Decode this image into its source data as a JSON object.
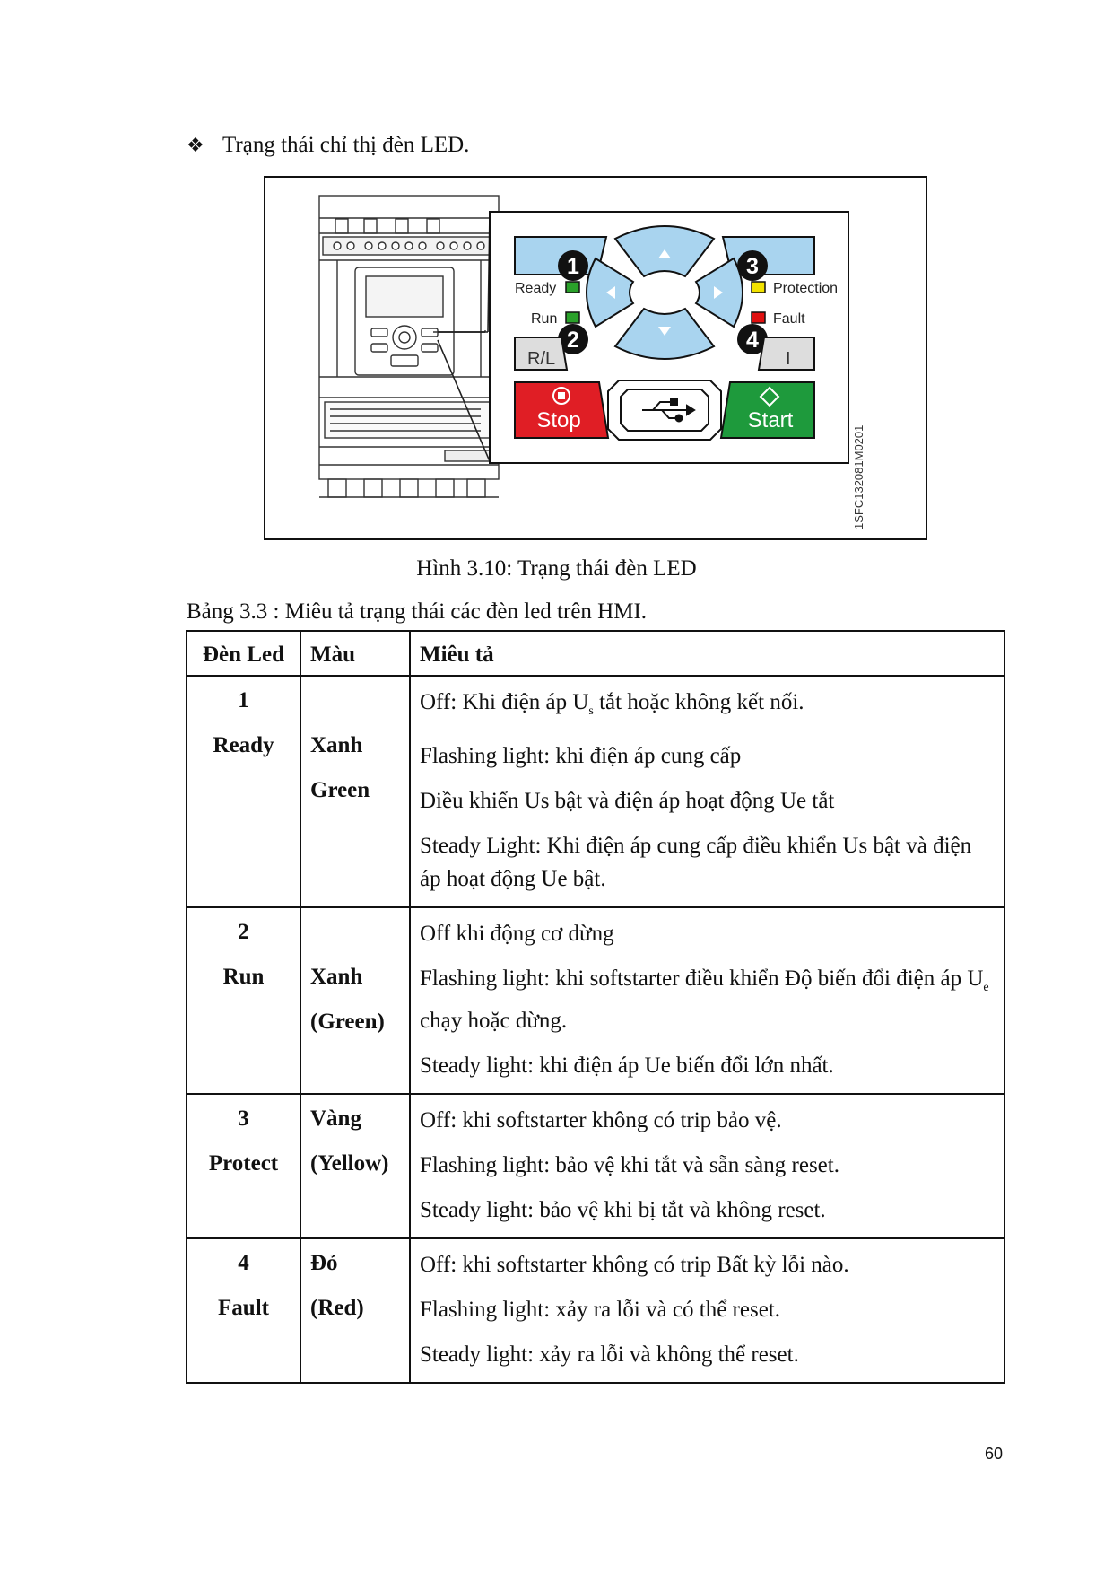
{
  "heading": {
    "bullet": "❖",
    "text": "Trạng thái chỉ thị đèn LED."
  },
  "figure": {
    "ready_label": "Ready",
    "run_label": "Run",
    "protection_label": "Protection",
    "fault_label": "Fault",
    "num1": "1",
    "num2": "2",
    "num3": "3",
    "num4": "4",
    "stop_label": "Stop",
    "start_label": "Start",
    "rl_label": "R/L",
    "i_label": "I",
    "vertical_code": "1SFC132081M0201",
    "colors": {
      "ready": "#2aa12a",
      "run": "#2aa12a",
      "protection": "#f2e200",
      "fault": "#e01010",
      "stop": "#e01e25",
      "start": "#1e9a3c",
      "nav": "#a9d4ef"
    }
  },
  "caption": "Hình 3.10: Trạng thái đèn LED",
  "table_caption": "Bảng 3.3 : Miêu tả trạng thái các đèn led trên HMI.",
  "table": {
    "headers": [
      "Đèn Led",
      "Màu",
      "Miêu tả"
    ],
    "rows": [
      {
        "num": "1",
        "name": "Ready",
        "color_lines": [
          "Xanh",
          "Green"
        ],
        "desc_1a": "Off: Khi điện áp U",
        "desc_1sub": "s",
        "desc_1b": " tắt hoặc không kết nối.",
        "desc_2": "Flashing light: khi điện áp cung cấp",
        "desc_3": "Điều khiển Us bật và điện áp hoạt động Ue tắt",
        "desc_4": "Steady Light: Khi điện áp cung cấp điều khiển Us bật và điện áp hoạt động Ue bật."
      },
      {
        "num": "2",
        "name": "Run",
        "color_lines": [
          "Xanh",
          "(Green)"
        ],
        "desc_1": "Off khi động cơ dừng",
        "desc_2a": "Flashing light: khi softstarter điều khiển Độ biến đổi  điện áp  U",
        "desc_2sub": "e",
        "desc_2b": " chạy hoặc dừng.",
        "desc_3": "Steady light: khi điện áp Ue biến đổi lớn nhất."
      },
      {
        "num": "3",
        "name": "Protect",
        "color_lines": [
          "Vàng",
          "(Yellow)"
        ],
        "desc": [
          "Off: khi softstarter không có trip bảo vệ.",
          "Flashing light: bảo vệ khi tắt và sẵn sàng reset.",
          "Steady light: bảo vệ khi bị tắt và không reset."
        ]
      },
      {
        "num": "4",
        "name": "Fault",
        "color_lines": [
          "Đỏ",
          "(Red)"
        ],
        "desc": [
          "Off: khi softstarter không có trip Bất kỳ lỗi nào.",
          "Flashing light: xảy ra lỗi và có thể reset.",
          "Steady light: xảy ra lỗi và không thể reset."
        ]
      }
    ]
  },
  "page_number": "60"
}
